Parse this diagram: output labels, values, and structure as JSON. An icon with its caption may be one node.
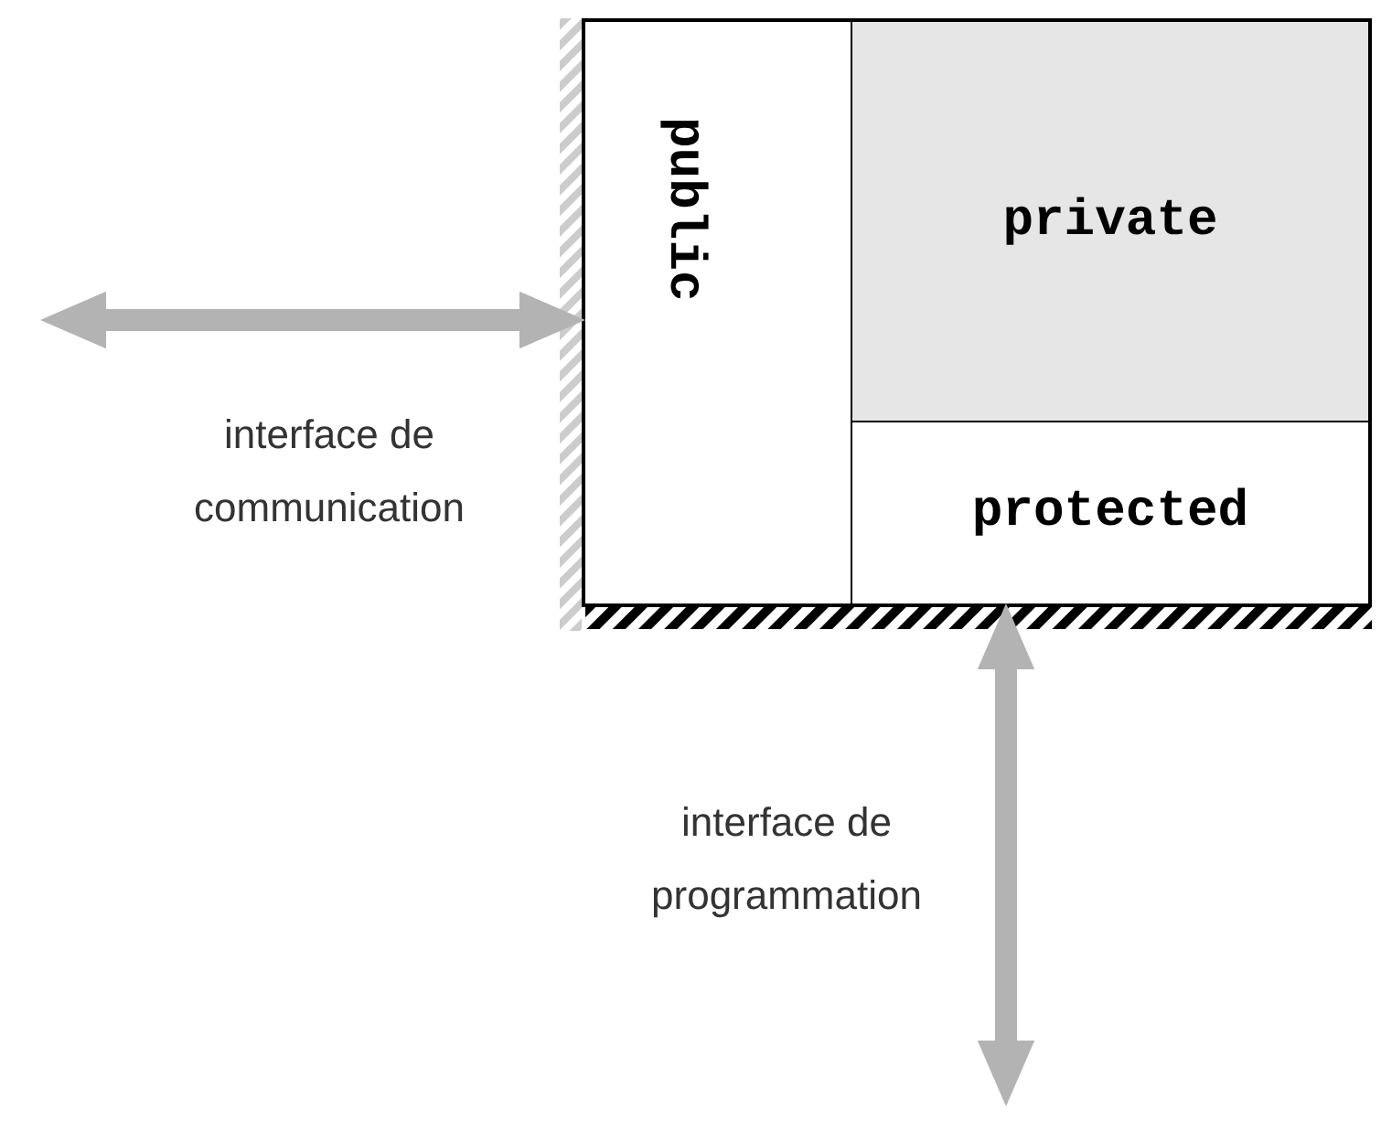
{
  "diagram": {
    "nodes": [
      {
        "text": [],
        "shape": "box"
      },
      {
        "text": [
          "public"
        ],
        "in": 0
      },
      {
        "text": [
          "private"
        ],
        "in": 0
      },
      {
        "text": [
          "protected"
        ],
        "in": 0
      }
    ],
    "edges": [
      {
        "from": null,
        "to": 1,
        "arrow": "both",
        "color": "#b3b3b3"
      },
      {
        "from": 3,
        "to": null,
        "arrow": "both",
        "color": "#b3b3b3"
      }
    ],
    "labels": [
      "interface de communication",
      "interface de programmation"
    ]
  }
}
